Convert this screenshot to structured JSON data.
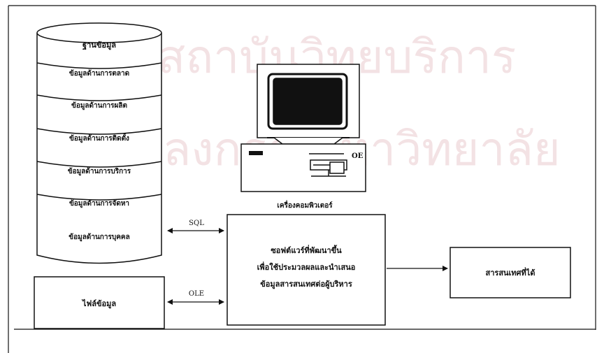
{
  "watermark": {
    "line1": "สถาบันวิทยบริการ",
    "line2": "จุฬาลงกรณ์มหาวิทยาลัย"
  },
  "database": {
    "title": "ฐานข้อมูล",
    "layers": [
      "ข้อมูลด้านการตลาด",
      "ข้อมูลด้านการผลิต",
      "ข้อมูลด้านการติดตั้ง",
      "ข้อมูลด้านการบริการ",
      "ข้อมูลด้านการจัดหา",
      "ข้อมูลด้านการบุคคล"
    ]
  },
  "computer": {
    "caption": "เครื่องคอมพิวเตอร์",
    "drive_label": "OE"
  },
  "file_box": {
    "label": "ไฟล์ข้อมูล"
  },
  "software_box": {
    "line1": "ซอฟต์แวร์ที่พัฒนาขึ้น",
    "line2": "เพื่อใช้ประมวลผลและนำเสนอ",
    "line3": "ข้อมูลสารสนเทศต่อผู้บริหาร"
  },
  "output_box": {
    "label": "สารสนเทศที่ได้"
  },
  "connectors": {
    "sql": "SQL",
    "ole": "OLE"
  }
}
